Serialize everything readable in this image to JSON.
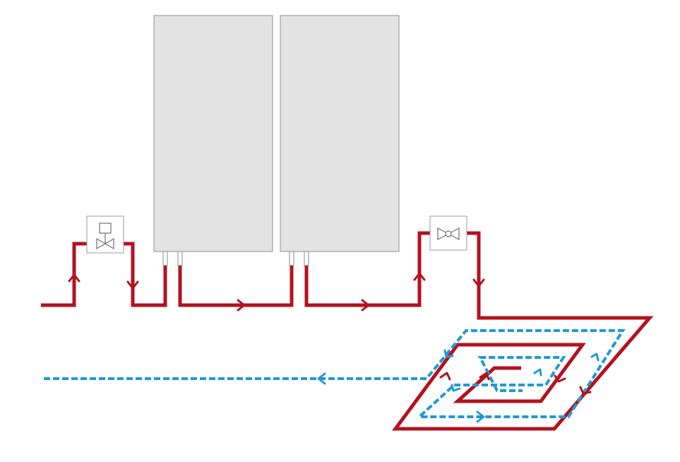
{
  "colors": {
    "supply": "#b3121f",
    "return": "#1f9ad6",
    "radiator_fill": "#e3e3e3",
    "radiator_stroke": "#8f8f8f"
  },
  "elements": {
    "radiators": [
      "radiator-left",
      "radiator-right"
    ],
    "valves": [
      "thermostatic-valve",
      "mixing-valve"
    ],
    "loops": [
      "supply-pipe",
      "return-pipe",
      "underfloor-heating-coil"
    ]
  }
}
